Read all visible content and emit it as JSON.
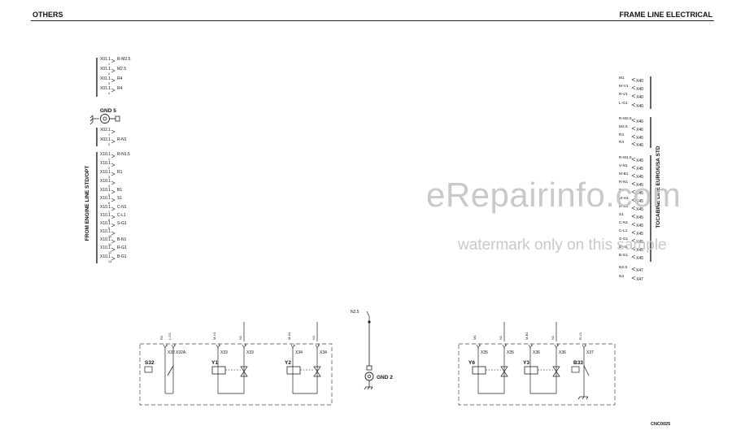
{
  "header": {
    "left": "OTHERS",
    "right": "FRAME LINE ELECTRICAL"
  },
  "watermark": {
    "main": "eRepairinfo.com",
    "sub": "watermark only on this sample"
  },
  "left_group_label": "FROM ENGINE LINE STD/OPT",
  "right_group_label": "TOCABINE LINE EURO/USA STD",
  "gnd5_label": "GND 5",
  "gnd2_label": "GND 2",
  "code": "CNC0025",
  "left_connectors": [
    {
      "name": "X01.1",
      "pin": "1",
      "wire": "R-M2.5"
    },
    {
      "name": "X01.1",
      "pin": "2",
      "wire": "M2.5"
    },
    {
      "name": "X01.1",
      "pin": "3",
      "wire": "R4"
    },
    {
      "name": "X01.1",
      "pin": "4",
      "wire": "R4"
    },
    {
      "name": "X02.1",
      "pin": "1",
      "wire": ""
    },
    {
      "name": "X02.1",
      "pin": "2",
      "wire": "R-N1"
    },
    {
      "name": "X10.1",
      "pin": "1",
      "wire": "R-N1.5"
    },
    {
      "name": "X10.1",
      "pin": "2",
      "wire": ""
    },
    {
      "name": "X10.1",
      "pin": "3",
      "wire": "R1"
    },
    {
      "name": "X10.1",
      "pin": "4",
      "wire": ""
    },
    {
      "name": "X10.1",
      "pin": "5",
      "wire": "B1"
    },
    {
      "name": "X10.1",
      "pin": "6",
      "wire": "S1"
    },
    {
      "name": "X10.1",
      "pin": "7",
      "wire": "C-N1"
    },
    {
      "name": "X10.1",
      "pin": "8",
      "wire": "C-L1"
    },
    {
      "name": "X10.1",
      "pin": "9",
      "wire": "S-G1"
    },
    {
      "name": "X10.1",
      "pin": "10",
      "wire": ""
    },
    {
      "name": "X10.1",
      "pin": "11",
      "wire": "B-N1"
    },
    {
      "name": "X10.1",
      "pin": "12",
      "wire": "R-G1"
    },
    {
      "name": "X10.1",
      "pin": "13",
      "wire": "B-G1"
    }
  ],
  "right_connectors": [
    {
      "wire": "M1",
      "name": "X40"
    },
    {
      "wire": "M-V1",
      "name": "X40"
    },
    {
      "wire": "R-V1",
      "name": "X40"
    },
    {
      "wire": "L-G1",
      "name": "X40"
    },
    {
      "wire": "R-M2.5",
      "name": "X46"
    },
    {
      "wire": "M2.5",
      "name": "X46"
    },
    {
      "wire": "R4",
      "name": "X46"
    },
    {
      "wire": "R4",
      "name": "X46"
    },
    {
      "wire": "R-M1.5",
      "name": "X45"
    },
    {
      "wire": "V-N1",
      "name": "X45"
    },
    {
      "wire": "M-B1",
      "name": "X45"
    },
    {
      "wire": "R-N1",
      "name": "X45"
    },
    {
      "wire": "R1",
      "name": "X45"
    },
    {
      "wire": "M-H1",
      "name": "X45"
    },
    {
      "wire": "R-G1",
      "name": "X45"
    },
    {
      "wire": "S1",
      "name": "X45"
    },
    {
      "wire": "C-N1",
      "name": "X45"
    },
    {
      "wire": "C-L1",
      "name": "X45"
    },
    {
      "wire": "S-G1",
      "name": "X45"
    },
    {
      "wire": "B-H1",
      "name": "X45"
    },
    {
      "wire": "B-G1",
      "name": "X45"
    },
    {
      "wire": "N2.5",
      "name": "X47"
    },
    {
      "wire": "N4",
      "name": "X47"
    }
  ],
  "ground_bus_label": "N2.5",
  "bottom_connectors": [
    {
      "wire": "R1",
      "name": "X32",
      "pin": "1"
    },
    {
      "wire": "L-G1",
      "name": "X32A",
      "pin": "2"
    },
    {
      "wire": "M-V1",
      "name": "X33",
      "pin": "1"
    },
    {
      "wire": "N1",
      "name": "X33",
      "pin": "2"
    },
    {
      "wire": "M-H1",
      "name": "X34",
      "pin": "1"
    },
    {
      "wire": "N1",
      "name": "X34",
      "pin": "2"
    },
    {
      "wire": "M1",
      "name": "X35",
      "pin": "1"
    },
    {
      "wire": "N1",
      "name": "X35",
      "pin": "2"
    },
    {
      "wire": "M-B1",
      "name": "X36",
      "pin": "1"
    },
    {
      "wire": "N1",
      "name": "X36",
      "pin": "2"
    },
    {
      "wire": "R-V1",
      "name": "X37",
      "pin": "1"
    }
  ],
  "components": [
    {
      "label": "S32",
      "kind": "switch"
    },
    {
      "label": "Y1",
      "kind": "valve"
    },
    {
      "label": "Y2",
      "kind": "valve"
    },
    {
      "label": "Y6",
      "kind": "valve"
    },
    {
      "label": "Y3",
      "kind": "valve"
    },
    {
      "label": "B33",
      "kind": "switch"
    }
  ]
}
